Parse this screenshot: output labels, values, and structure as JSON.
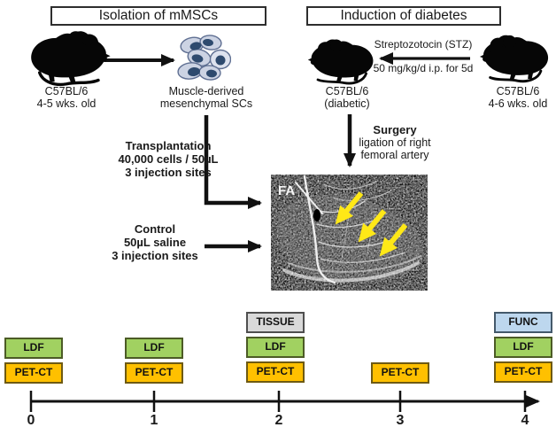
{
  "headers": {
    "isolation": "Isolation of mMSCs",
    "induction": "Induction of diabetes"
  },
  "subjects": {
    "donor": {
      "line1": "C57BL/6",
      "line2": "4-5 wks. old"
    },
    "cells": {
      "line1": "Muscle-derived",
      "line2": "mesenchymal SCs"
    },
    "diabetic": {
      "line1": "C57BL/6",
      "line2": "(diabetic)"
    },
    "recipient": {
      "line1": "C57BL/6",
      "line2": "4-6 wks. old"
    }
  },
  "stz": {
    "drug": "Streptozotocin (STZ)",
    "dose": "50 mg/kg/d i.p. for 5d"
  },
  "transplantation": {
    "title": "Transplantation",
    "detail1": "40,000 cells / 50µL",
    "detail2": "3 injection sites"
  },
  "control": {
    "title": "Control",
    "detail1": "50µL saline",
    "detail2": "3 injection sites"
  },
  "surgery": {
    "title": "Surgery",
    "detail1": "ligation of right",
    "detail2": "femoral artery"
  },
  "angiogram": {
    "label": "FA"
  },
  "timeline": {
    "tick_labels": [
      "0",
      "1",
      "2",
      "3",
      "4"
    ],
    "weeks": [
      {
        "tick": "0",
        "boxes": [
          {
            "type": "ldf",
            "label": "LDF"
          },
          {
            "type": "petct",
            "label": "PET-CT"
          }
        ]
      },
      {
        "tick": "1",
        "boxes": [
          {
            "type": "ldf",
            "label": "LDF"
          },
          {
            "type": "petct",
            "label": "PET-CT"
          }
        ]
      },
      {
        "tick": "2",
        "boxes": [
          {
            "type": "tissue",
            "label": "TISSUE"
          },
          {
            "type": "ldf",
            "label": "LDF"
          },
          {
            "type": "petct",
            "label": "PET-CT"
          }
        ]
      },
      {
        "tick": "3",
        "boxes": [
          {
            "type": "petct",
            "label": "PET-CT"
          }
        ]
      },
      {
        "tick": "4",
        "boxes": [
          {
            "type": "func",
            "label": "FUNC"
          },
          {
            "type": "ldf",
            "label": "LDF"
          },
          {
            "type": "petct",
            "label": "PET-CT"
          }
        ]
      }
    ]
  },
  "colors": {
    "ldf": "#A1D161",
    "petct": "#FFC000",
    "tissue": "#D9D9D9",
    "func": "#BDD7EE",
    "arrow": "#111111",
    "highlight_arrow": "#FFE817"
  }
}
